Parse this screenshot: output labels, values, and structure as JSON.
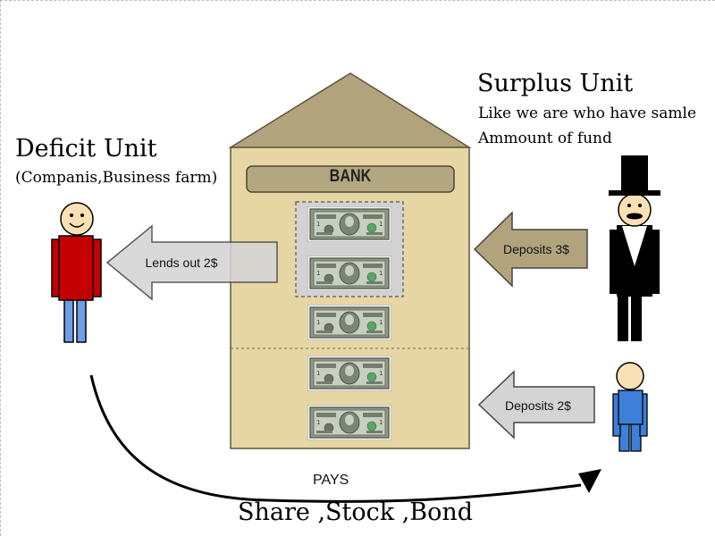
{
  "diagram": {
    "surplus_unit": {
      "title": "Surplus Unit",
      "line1": "Like we are who have samle",
      "line2": "Ammount of fund"
    },
    "deficit_unit": {
      "title": "Deficit Unit",
      "subtitle": "(Companis,Business farm)"
    },
    "bank": {
      "label": "BANK"
    },
    "arrows": {
      "lends": "Lends out 2$",
      "deposit_top": "Deposits 3$",
      "deposit_bottom": "Deposits 2$",
      "pays": "PAYS"
    },
    "bottom_label": "Share ,Stock ,Bond",
    "banknotes": {
      "held_in_box": 2,
      "total": 5
    },
    "colors": {
      "bank_roof": "#b1a47d",
      "bank_body": "#e6d6a3",
      "bank_sign": "#b3a77f",
      "arrow_left_fill": "#d4d4d4",
      "arrow_right_fill": "#b1a47d",
      "banknote": "#8f9a86",
      "deficit_shirt": "#c40000",
      "deficit_pants": "#6e9ee6",
      "person_skin": "#fbe0b4",
      "depositor_blue": "#3d7fd9"
    },
    "icons": [
      "bank-building",
      "banknote",
      "person-deficit",
      "person-rich-top-hat",
      "person-depositor"
    ]
  }
}
